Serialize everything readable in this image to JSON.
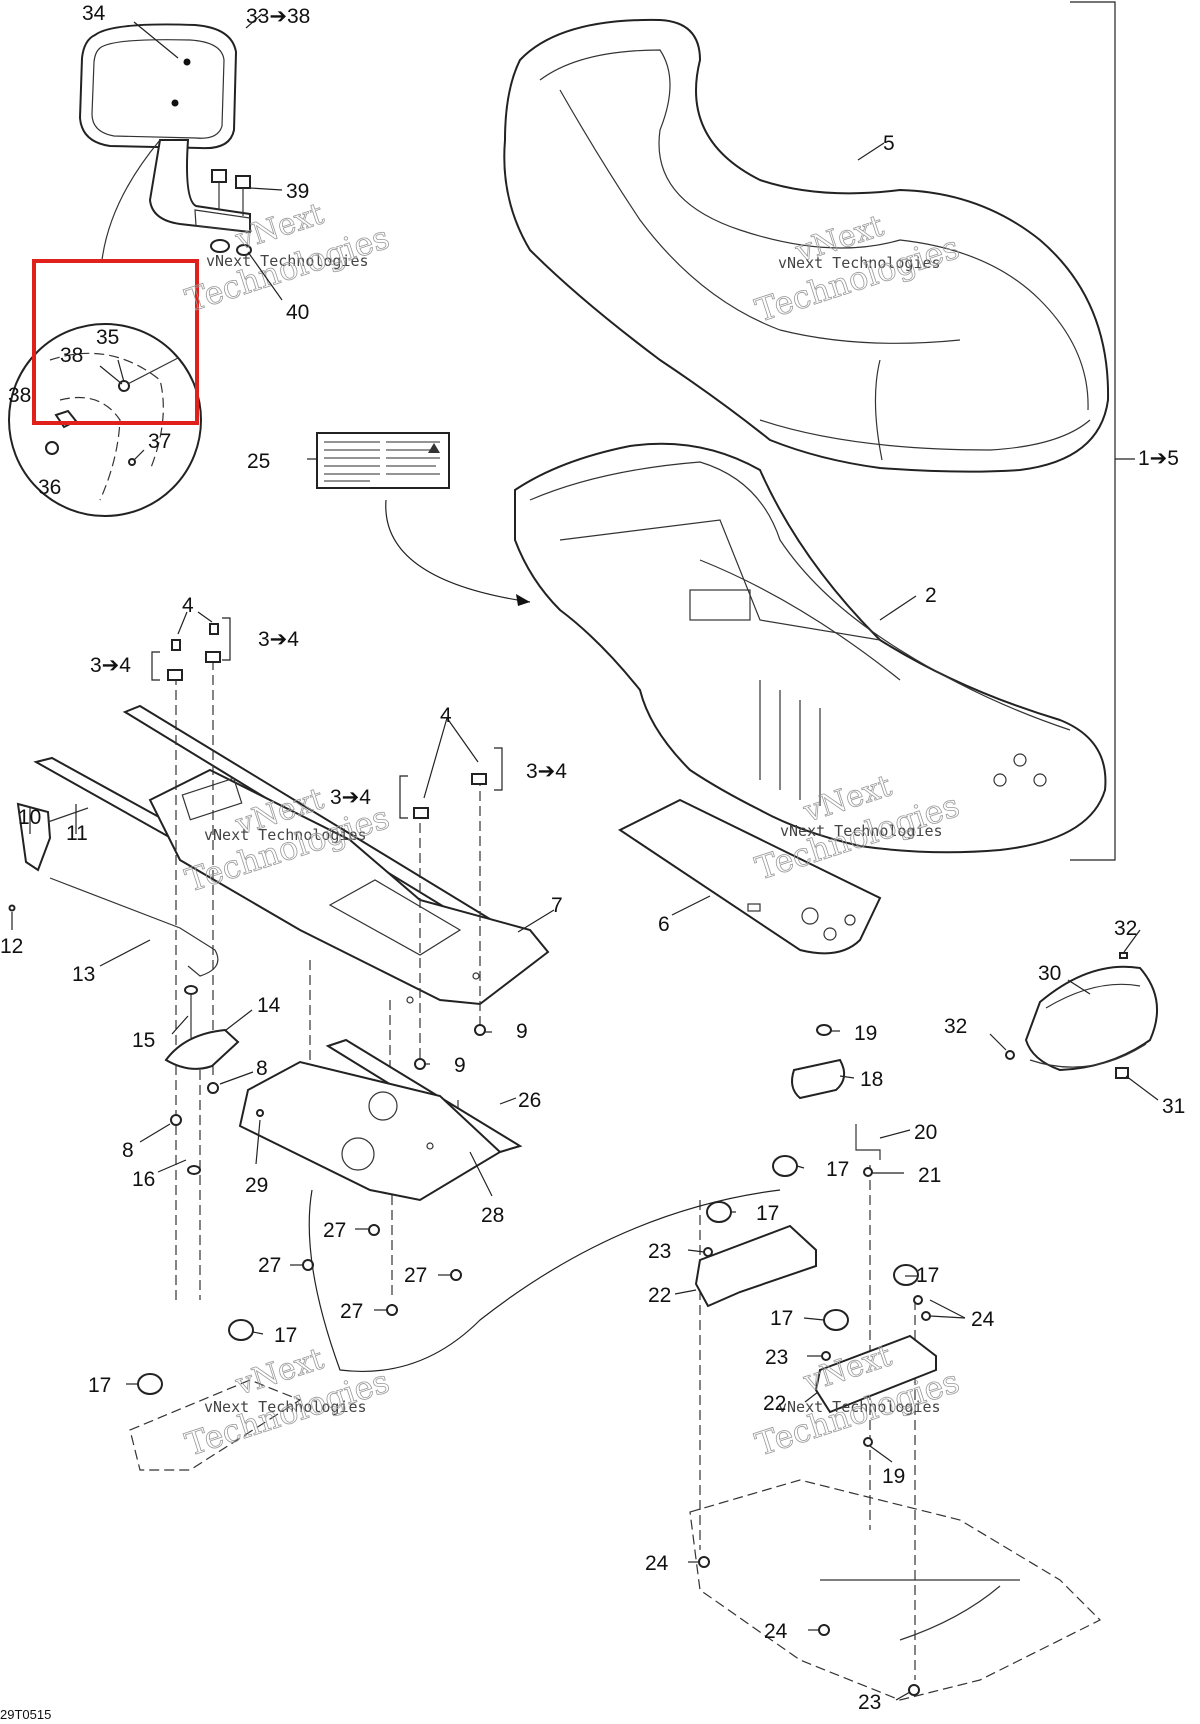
{
  "figure_code": "29T0515",
  "watermark": {
    "company": "vNext Technologies",
    "word1": "vNext",
    "word2": "Technologies"
  },
  "highlight_color": "#e0201b",
  "callouts": {
    "c1": "34",
    "c2": "33➔38",
    "c3": "39",
    "c4": "40",
    "c5": "35",
    "c6": "38",
    "c7": "38",
    "c8": "37",
    "c9": "36",
    "c10": "5",
    "c11": "1➔5",
    "c12": "25",
    "c13": "2",
    "c14": "4",
    "c15": "3➔4",
    "c16": "3➔4",
    "c17": "4",
    "c18": "3➔4",
    "c19": "3➔4",
    "c20": "10",
    "c21": "11",
    "c22": "12",
    "c23": "13",
    "c24": "7",
    "c25": "6",
    "c26": "14",
    "c27": "15",
    "c28": "8",
    "c29": "8",
    "c30": "9",
    "c31": "9",
    "c32": "16",
    "c33": "26",
    "c34": "29",
    "c35": "28",
    "c36": "27",
    "c37": "27",
    "c38": "27",
    "c39": "27",
    "c40": "32",
    "c41": "30",
    "c42": "32",
    "c43": "31",
    "c44": "19",
    "c45": "18",
    "c46": "20",
    "c47": "21",
    "c48": "17",
    "c49": "17",
    "c50": "23",
    "c51": "22",
    "c52": "17",
    "c53": "24",
    "c54": "17",
    "c55": "23",
    "c56": "17",
    "c57": "17",
    "c58": "22",
    "c59": "19",
    "c60": "24",
    "c61": "24",
    "c62": "23"
  }
}
